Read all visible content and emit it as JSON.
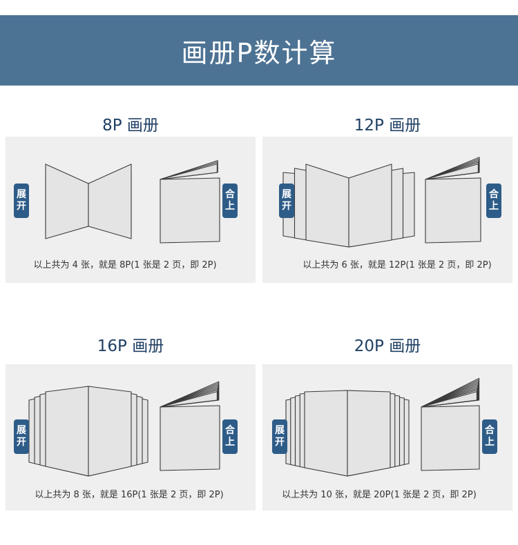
{
  "header": {
    "title": "画册P数计算"
  },
  "labels": {
    "open": [
      "展",
      "开"
    ],
    "closed": [
      "合",
      "上"
    ]
  },
  "colors": {
    "banner": "#4d7394",
    "tag": "#2e5c88",
    "title": "#1f3f63",
    "panel": "#efefef",
    "page": "#e4e4e4"
  },
  "sections": [
    {
      "title": "8P 画册",
      "caption": "以上共为 4 张，就是 8P(1 张是 2 页，即 2P)",
      "sheets": 4
    },
    {
      "title": "12P 画册",
      "caption": "以上共为 6 张，就是 12P(1 张是 2 页，即 2P)",
      "sheets": 6
    },
    {
      "title": "16P 画册",
      "caption": "以上共为 8 张，就是 16P(1 张是 2 页，即 2P)",
      "sheets": 8
    },
    {
      "title": "20P 画册",
      "caption": "以上共为 10 张，就是 20P(1 张是 2 页，即 2P)",
      "sheets": 10
    }
  ]
}
